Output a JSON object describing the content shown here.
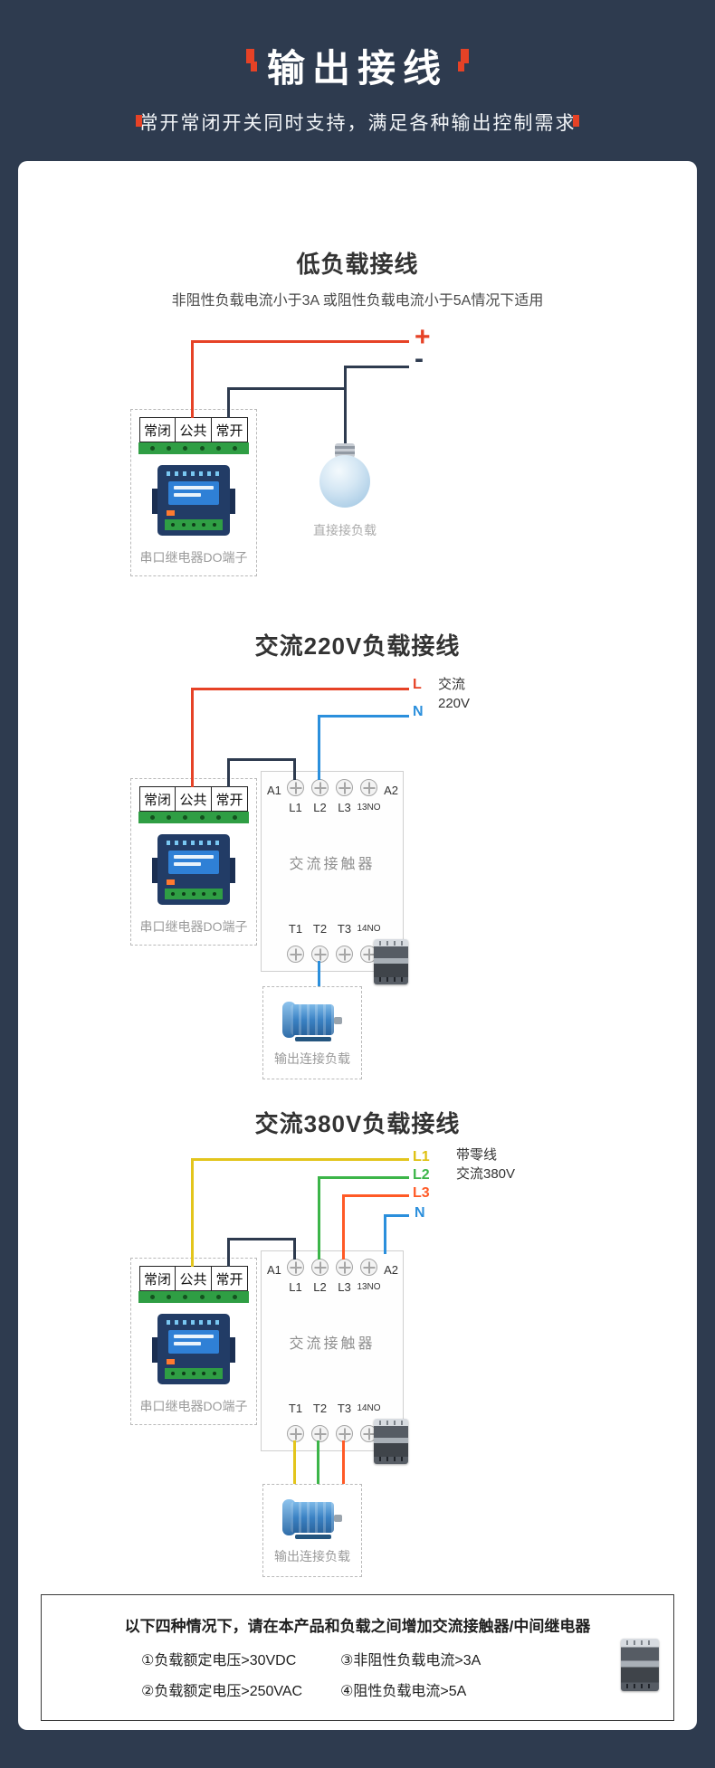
{
  "header": {
    "title": "输出接线",
    "subtitle": "常开常闭开关同时支持，满足各种输出控制需求"
  },
  "relay": {
    "terminals": [
      "常闭",
      "公共",
      "常开"
    ],
    "caption": "串口继电器DO端子"
  },
  "contactor": {
    "a1": "A1",
    "a2": "A2",
    "top_terminals": [
      "L1",
      "L2",
      "L3",
      "13NO"
    ],
    "name": "交流接触器",
    "bottom_terminals": [
      "T1",
      "T2",
      "T3",
      "14NO"
    ]
  },
  "section_low": {
    "title": "低负载接线",
    "caption": "非阻性负载电流小于3A 或阻性负载电流小于5A情况下适用",
    "plus": "+",
    "minus": "-",
    "bulb_caption": "直接接负载"
  },
  "section_220": {
    "title": "交流220V负载接线",
    "label_l": "L",
    "label_n": "N",
    "supply_line1": "交流",
    "supply_line2": "220V",
    "load_caption": "输出连接负载"
  },
  "section_380": {
    "title": "交流380V负载接线",
    "label_l1": "L1",
    "label_l2": "L2",
    "label_l3": "L3",
    "label_n": "N",
    "supply_line1": "带零线",
    "supply_line2": "交流380V",
    "load_caption": "输出连接负载"
  },
  "notice": {
    "title": "以下四种情况下，请在本产品和负载之间增加交流接触器/中间继电器",
    "items": [
      "①负载额定电压>30VDC",
      "②负载额定电压>250VAC",
      "③非阻性负载电流>3A",
      "④阻性负载电流>5A"
    ]
  },
  "colors": {
    "background": "#2e3b4f",
    "accent_red": "#e64226",
    "wire_dark": "#2e3b4f",
    "wire_blue": "#2b8fdc",
    "wire_yellow": "#e3c51c",
    "wire_green": "#3cb549",
    "wire_orange": "#ff5a26",
    "terminal_green": "#2f9e44"
  }
}
